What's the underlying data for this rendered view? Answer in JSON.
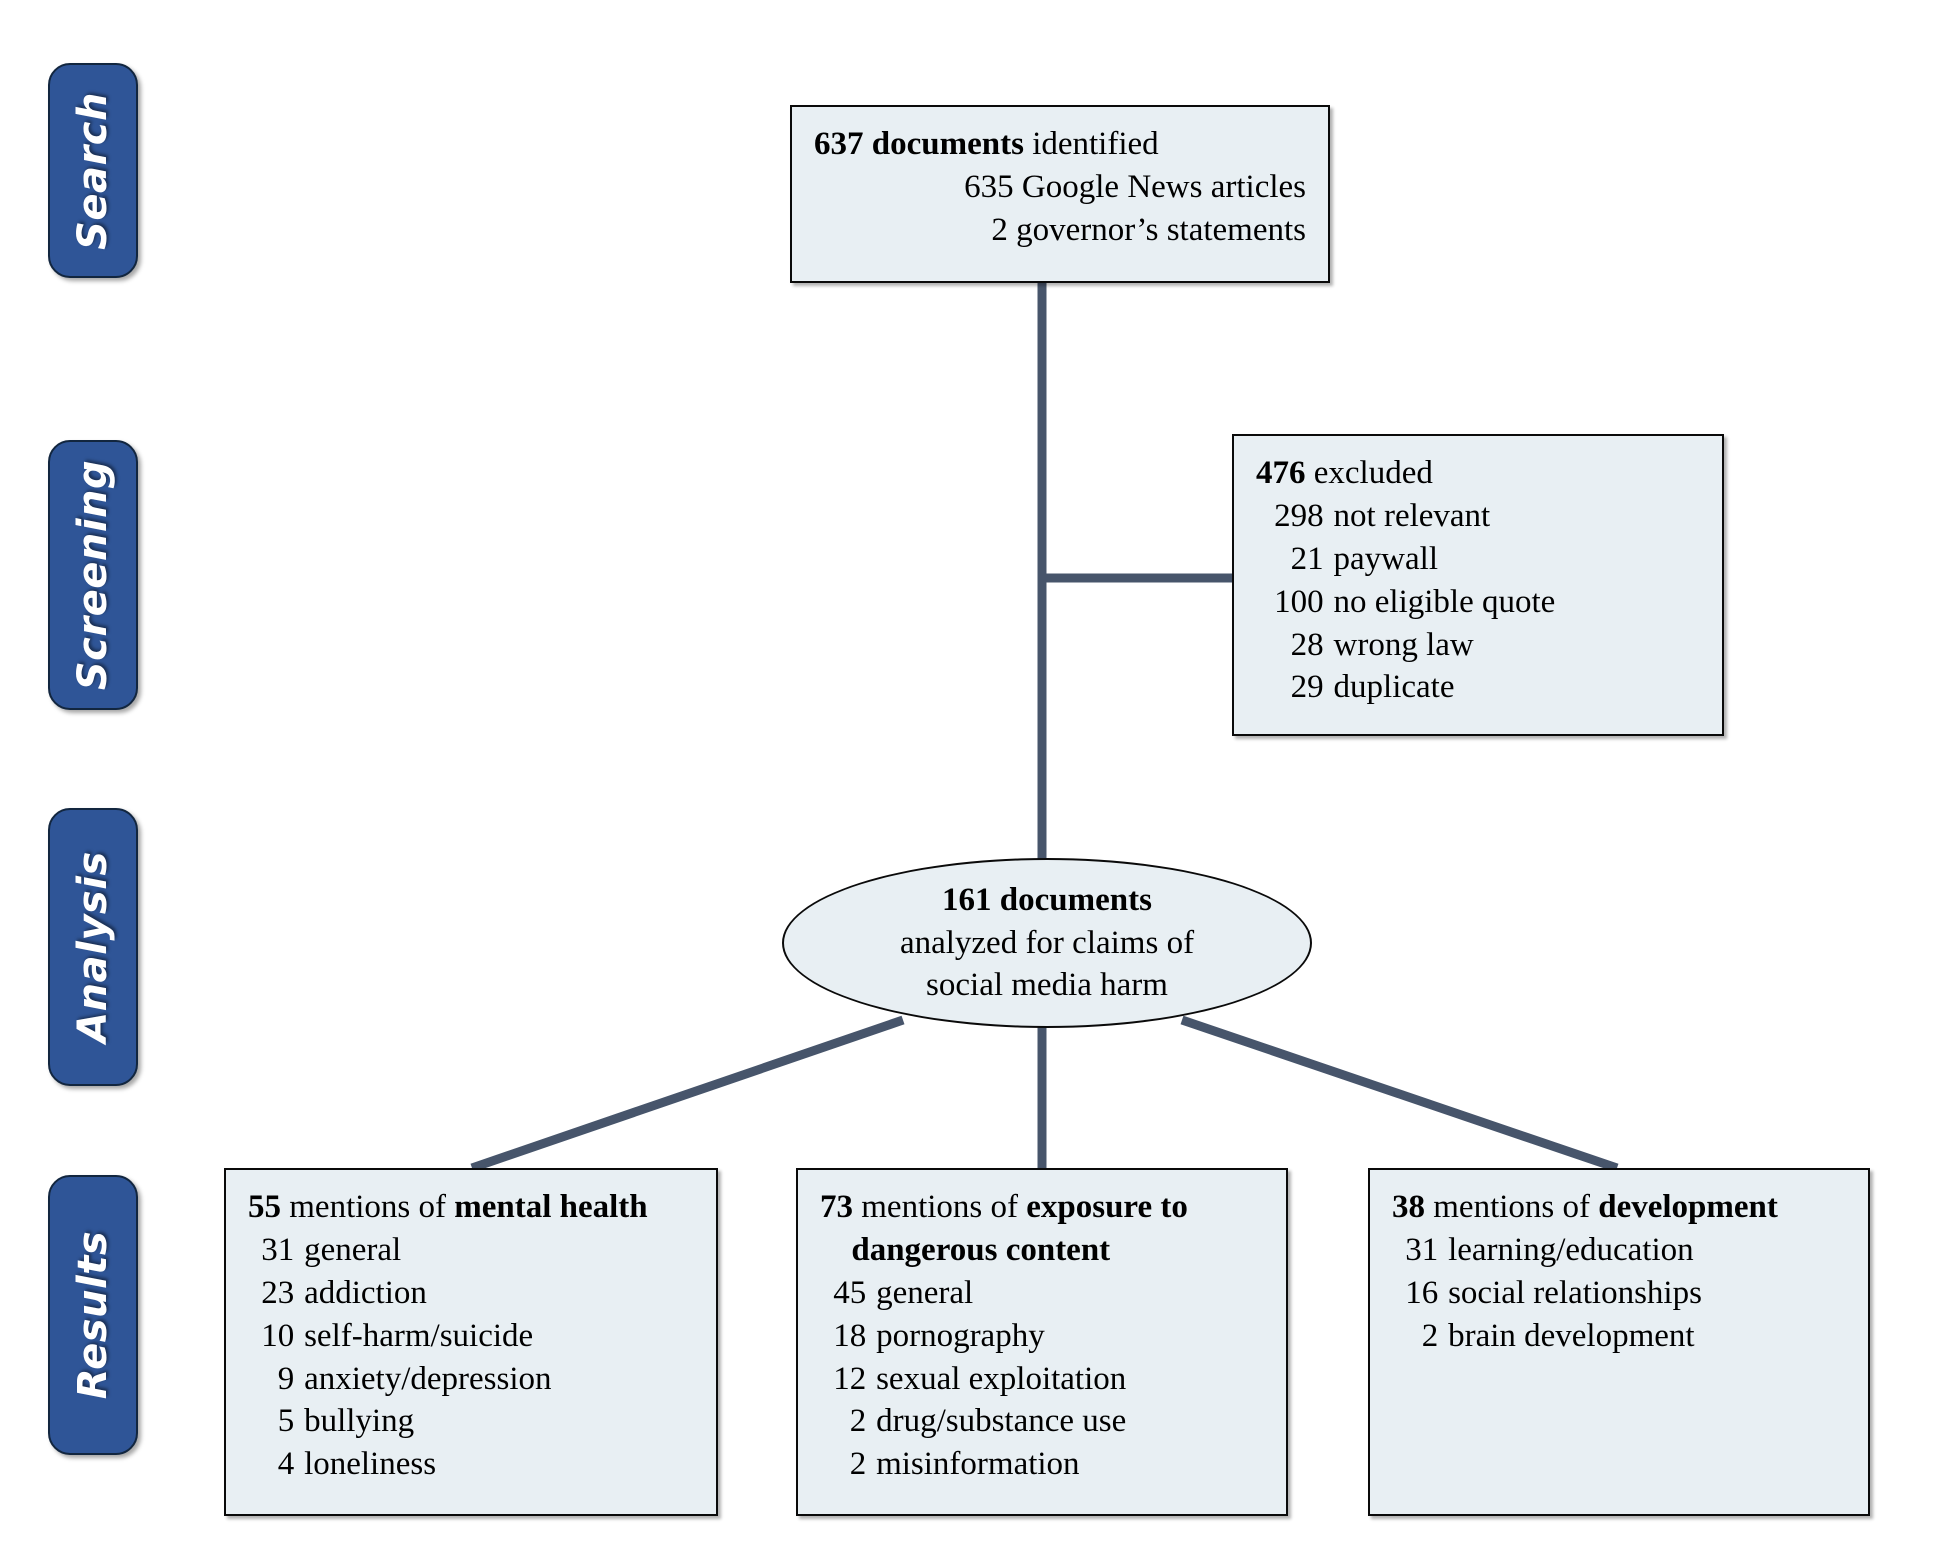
{
  "figure": {
    "type": "prisma-flow-diagram",
    "colors": {
      "phase_tab_fill": "#2F5597",
      "phase_tab_border": "#12263f",
      "box_fill": "#E8EFF3",
      "box_border": "#0a0a0a",
      "connector": "#47556B",
      "text": "#000000"
    }
  },
  "phases": [
    {
      "id": "search",
      "label": "Search"
    },
    {
      "id": "screening",
      "label": "Screening"
    },
    {
      "id": "analysis",
      "label": "Analysis"
    },
    {
      "id": "results",
      "label": "Results"
    }
  ],
  "identification_box": {
    "head_number": "637 documents",
    "head_rest": " identified",
    "lines": [
      "635 Google News articles",
      "2 governor’s statements"
    ]
  },
  "excluded_box": {
    "head_number": "476",
    "head_rest": " excluded",
    "items": [
      {
        "n": "298",
        "label": "not relevant"
      },
      {
        "n": "21",
        "label": "paywall"
      },
      {
        "n": "100",
        "label": "no eligible quote"
      },
      {
        "n": "28",
        "label": "wrong law"
      },
      {
        "n": "29",
        "label": "duplicate"
      }
    ]
  },
  "analysis_oval": {
    "line1": "161 documents",
    "line2": "analyzed for claims of",
    "line3": "social media harm"
  },
  "result_boxes": [
    {
      "id": "mental-health",
      "head_number": "55",
      "head_mid": " mentions of ",
      "head_bold": "mental health",
      "head_bold2": "",
      "items": [
        {
          "n": "31",
          "label": "general"
        },
        {
          "n": "23",
          "label": "addiction"
        },
        {
          "n": "10",
          "label": "self-harm/suicide"
        },
        {
          "n": "9",
          "label": "anxiety/depression"
        },
        {
          "n": "5",
          "label": "bullying"
        },
        {
          "n": "4",
          "label": "loneliness"
        }
      ]
    },
    {
      "id": "dangerous-content",
      "head_number": "73",
      "head_mid": " mentions of ",
      "head_bold": "exposure to",
      "head_bold2": "dangerous content",
      "items": [
        {
          "n": "45",
          "label": "general"
        },
        {
          "n": "18",
          "label": "pornography"
        },
        {
          "n": "12",
          "label": "sexual exploitation"
        },
        {
          "n": "2",
          "label": "drug/substance use"
        },
        {
          "n": "2",
          "label": "misinformation"
        }
      ]
    },
    {
      "id": "development",
      "head_number": "38",
      "head_mid": " mentions of ",
      "head_bold": "development",
      "head_bold2": "",
      "items": [
        {
          "n": "31",
          "label": "learning/education"
        },
        {
          "n": "16",
          "label": "social relationships"
        },
        {
          "n": "2",
          "label": "brain development"
        }
      ]
    }
  ]
}
